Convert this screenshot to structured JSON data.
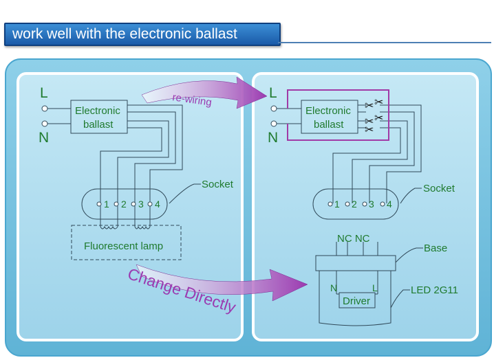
{
  "header": {
    "title": "work well with the electronic ballast"
  },
  "left_panel": {
    "label_l": "L",
    "label_n": "N",
    "ballast_line1": "Electronic",
    "ballast_line2": "ballast",
    "socket_label": "Socket",
    "pins": [
      "1",
      "2",
      "3",
      "4"
    ],
    "lamp_label": "Fluorescent lamp"
  },
  "right_panel": {
    "label_l": "L",
    "label_n": "N",
    "ballast_line1": "Electronic",
    "ballast_line2": "ballast",
    "socket_label": "Socket",
    "pins": [
      "1",
      "2",
      "3",
      "4"
    ],
    "nc_label": "NC NC",
    "base_label": "Base",
    "driver_label": "Driver",
    "n_label": "N",
    "l_label": "L",
    "product_label": "LED 2G11"
  },
  "arrows": {
    "rewiring_label": "re-wiring",
    "change_label": "Change Directly"
  },
  "colors": {
    "wire": "#2f4858",
    "text_green": "#1f7a2e",
    "rewire_box": "#a13aa6",
    "arrow_purple": "#9b3ab0",
    "panel_bg": "#a5d8ec",
    "frame": "#6dbcdc"
  }
}
